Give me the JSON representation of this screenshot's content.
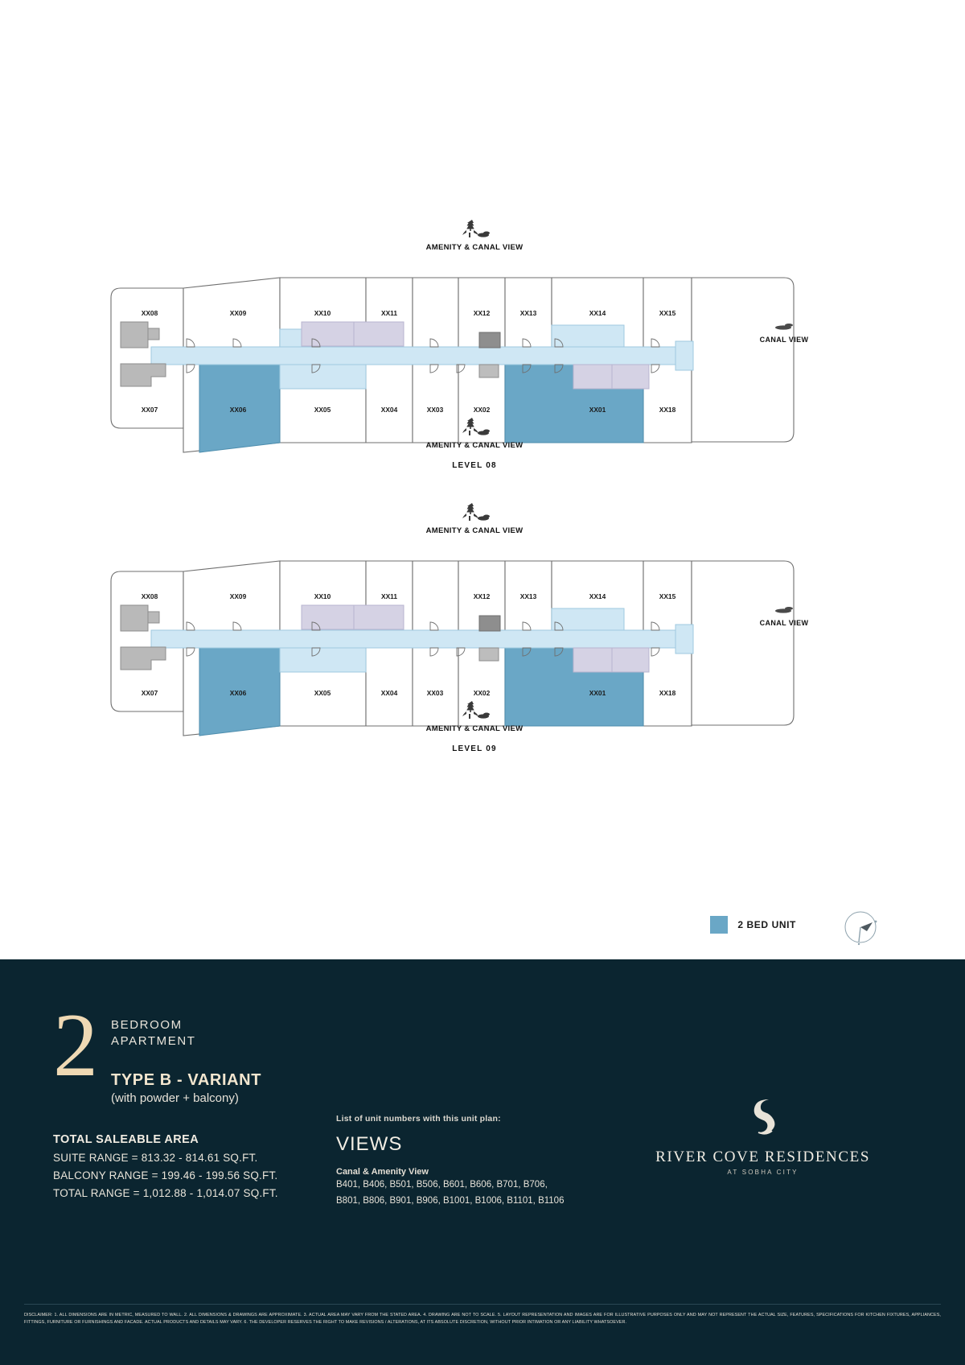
{
  "legend": {
    "swatch_color": "#6aa7c6",
    "label": "2 BED UNIT",
    "compass_icon": "north-arrow-compass"
  },
  "plans": [
    {
      "level_label": "LEVEL 08",
      "top_amenity": "AMENITY & CANAL VIEW",
      "bottom_amenity": "AMENITY & CANAL VIEW",
      "right_label": "CANAL VIEW",
      "top_units": [
        "XX08",
        "XX09",
        "XX10",
        "XX11",
        "XX12",
        "XX13",
        "XX14",
        "XX15"
      ],
      "bottom_units": [
        "XX07",
        "XX06",
        "XX05",
        "XX04",
        "XX03",
        "XX02",
        "XX01",
        "XX18"
      ],
      "highlighted_units": [
        "XX06",
        "XX01"
      ]
    },
    {
      "level_label": "LEVEL 09",
      "top_amenity": "AMENITY & CANAL VIEW",
      "bottom_amenity": "AMENITY & CANAL VIEW",
      "right_label": "CANAL VIEW",
      "top_units": [
        "XX08",
        "XX09",
        "XX10",
        "XX11",
        "XX12",
        "XX13",
        "XX14",
        "XX15"
      ],
      "bottom_units": [
        "XX07",
        "XX06",
        "XX05",
        "XX04",
        "XX03",
        "XX02",
        "XX01",
        "XX18"
      ],
      "highlighted_units": [
        "XX06",
        "XX01"
      ]
    }
  ],
  "footer": {
    "number": "2",
    "bedroom": "BEDROOM",
    "apartment": "APARTMENT",
    "type": "TYPE B - VARIANT",
    "type_sub": "(with powder + balcony)",
    "area": {
      "heading": "TOTAL SALEABLE AREA",
      "suite": "SUITE RANGE = 813.32 - 814.61 SQ.FT.",
      "balcony": "BALCONY RANGE = 199.46 - 199.56 SQ.FT.",
      "total": "TOTAL RANGE = 1,012.88 - 1,014.07 SQ.FT."
    },
    "views": {
      "note": "List of unit numbers with this unit plan:",
      "heading": "VIEWS",
      "subheading": "Canal & Amenity View",
      "list_line_1": "B401, B406, B501, B506, B601, B606, B701, B706,",
      "list_line_2": "B801, B806, B901, B906, B1001, B1006, B1101, B1106"
    },
    "brand": {
      "name": "RIVER COVE RESIDENCES",
      "sub": "AT SOBHA CITY",
      "logo_icon": "sobha-s-logo"
    },
    "disclaimer": "DISCLAIMER: 1. ALL DIMENSIONS ARE IN METRIC, MEASURED TO WALL. 2. ALL DIMENSIONS & DRAWINGS ARE APPROXIMATE. 3. ACTUAL AREA MAY VARY FROM THE STATED AREA. 4. DRAWING ARE NOT TO SCALE. 5. LAYOUT REPRESENTATION AND IMAGES ARE FOR ILLUSTRATIVE PURPOSES ONLY AND MAY NOT REPRESENT THE ACTUAL SIZE, FEATURES, SPECIFICATIONS FOR KITCHEN FIXTURES, APPLIANCES, FITTINGS, FURNITURE OR FURNISHINGS AND FACADE. ACTUAL PRODUCTS AND DETAILS MAY VARY. 6. THE DEVELOPER RESERVES THE RIGHT TO MAKE REVISIONS / ALTERATIONS, AT ITS ABSOLUTE DISCRETION, WITHOUT PRIOR INTIMATION OR ANY LIABILITY WHATSOEVER."
  },
  "colors": {
    "panel_dark": "#0b2530",
    "unit_blue": "#6aa7c6",
    "corridor_blue": "#cfe7f4",
    "balcony_lilac": "#d5d2e4",
    "service_grey": "#b9b9b9"
  }
}
